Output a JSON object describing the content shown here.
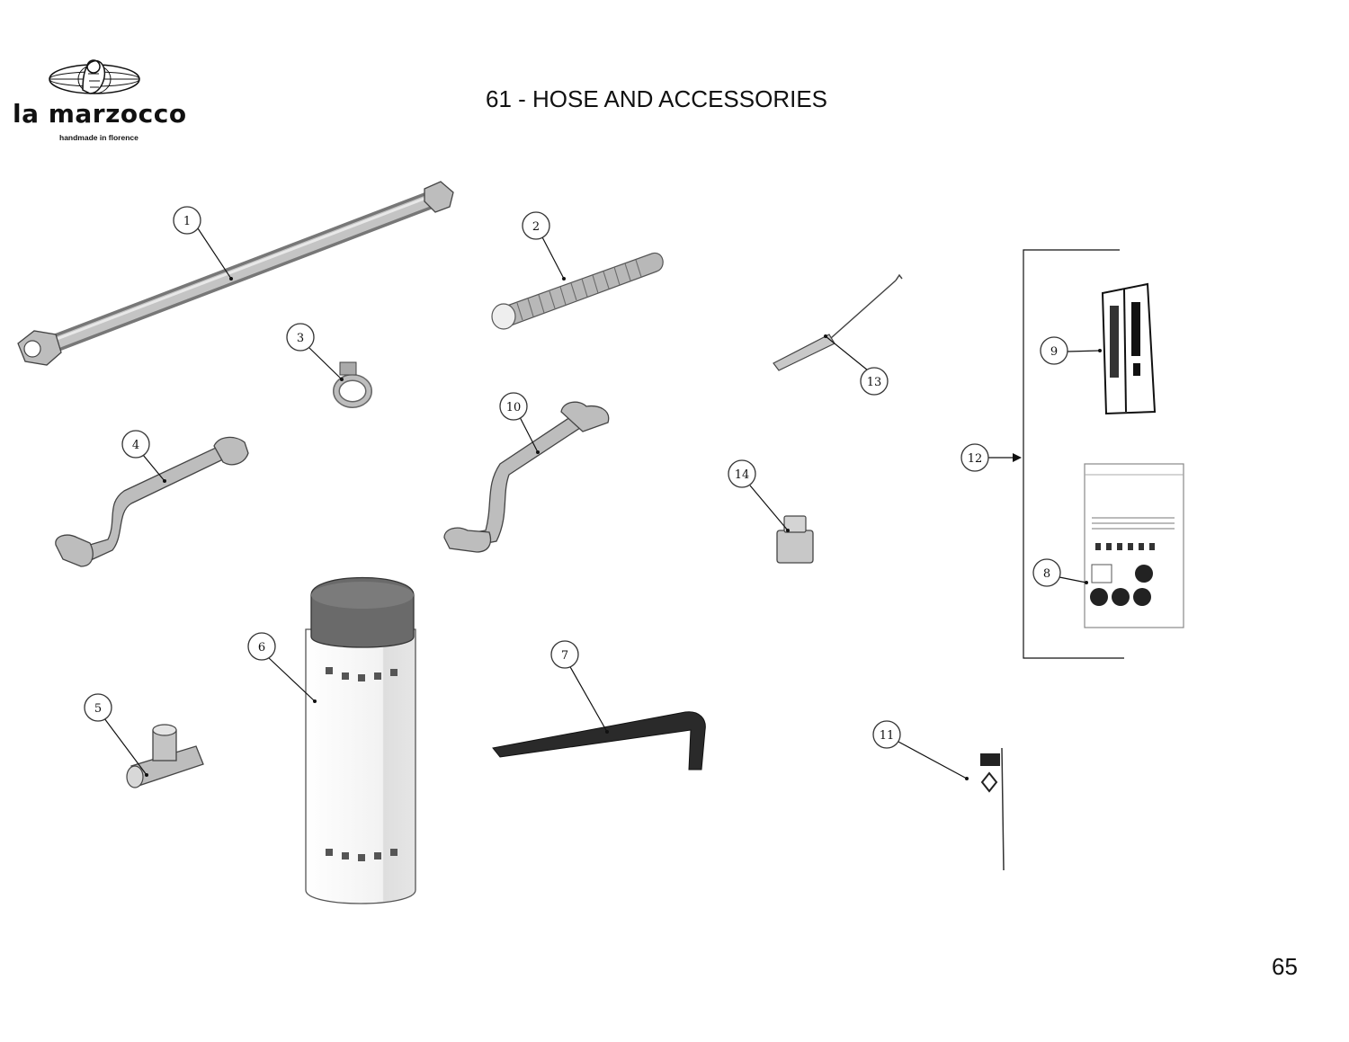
{
  "header": {
    "brand": "la marzocco",
    "tagline": "handmade in florence",
    "title": "61 - HOSE AND ACCESSORIES"
  },
  "footer": {
    "page_number": "65"
  },
  "callouts": [
    "1",
    "2",
    "3",
    "4",
    "5",
    "6",
    "7",
    "8",
    "9",
    "10",
    "11",
    "12",
    "13",
    "14"
  ],
  "colors": {
    "part_gray": "#b5b5b5",
    "dark_part": "#222222",
    "line": "#111111"
  }
}
